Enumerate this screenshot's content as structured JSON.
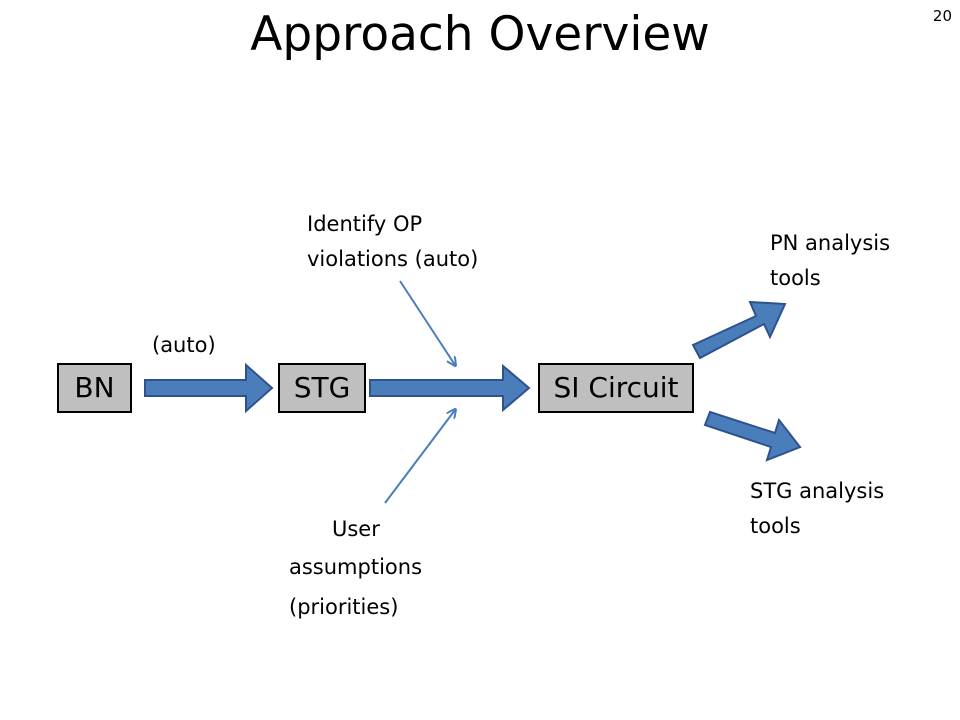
{
  "slide": {
    "title": "Approach Overview",
    "number": "20"
  },
  "nodes": {
    "bn": "BN",
    "stg": "STG",
    "si_circuit": "SI Circuit"
  },
  "labels": {
    "auto": "(auto)",
    "identify_op": [
      "Identify OP",
      "violations (auto)"
    ],
    "pn_tools": [
      "PN analysis",
      "tools"
    ],
    "stg_tools": [
      "STG analysis",
      "tools"
    ],
    "user_assumptions": [
      "User",
      "assumptions",
      "(priorities)"
    ]
  },
  "colors": {
    "box_fill": "#bfbfbf",
    "arrow_fill": "#4a7ebb",
    "arrow_stroke": "#2f528f",
    "thin_arrow": "#4a7ebb"
  }
}
